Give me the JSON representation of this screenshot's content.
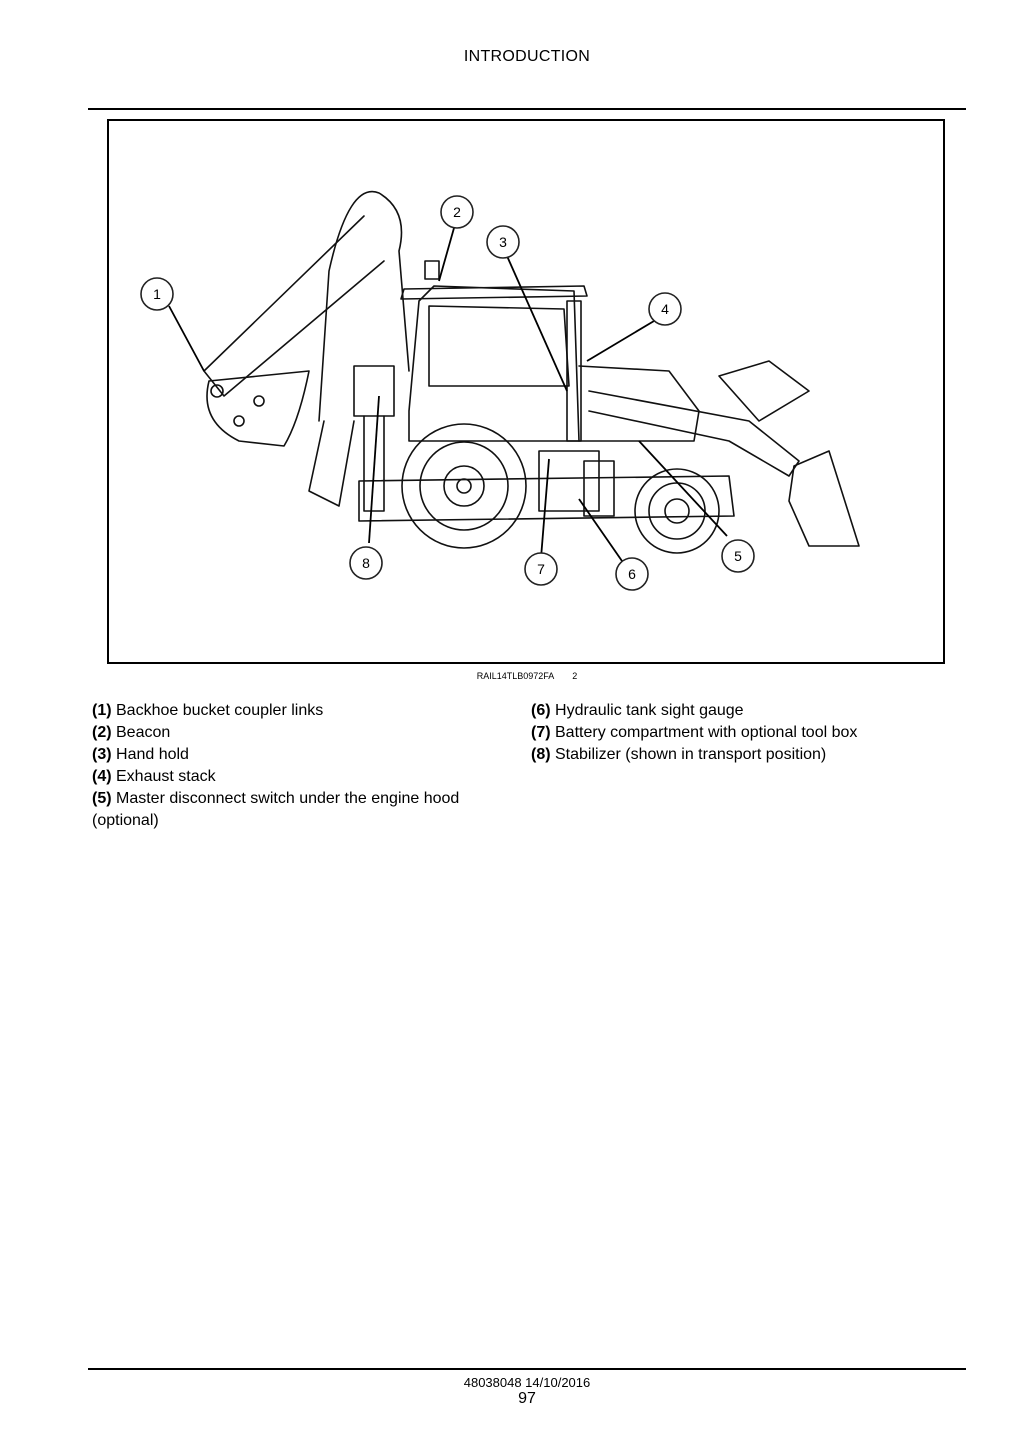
{
  "header": {
    "title": "INTRODUCTION"
  },
  "figure": {
    "reference": "RAIL14TLB0972FA",
    "figure_number": "2",
    "callouts": [
      "1",
      "2",
      "3",
      "4",
      "5",
      "6",
      "7",
      "8"
    ]
  },
  "legend": {
    "left": [
      {
        "num": "(1)",
        "text": " Backhoe bucket coupler links"
      },
      {
        "num": "(2)",
        "text": " Beacon"
      },
      {
        "num": "(3)",
        "text": " Hand hold"
      },
      {
        "num": "(4)",
        "text": " Exhaust stack"
      },
      {
        "num": "(5)",
        "text": " Master disconnect switch under the engine hood (optional)"
      }
    ],
    "right": [
      {
        "num": "(6)",
        "text": " Hydraulic tank sight gauge"
      },
      {
        "num": "(7)",
        "text": " Battery compartment with optional tool box"
      },
      {
        "num": "(8)",
        "text": " Stabilizer (shown in transport position)"
      }
    ]
  },
  "footer": {
    "doc_ref": "48038048 14/10/2016",
    "page_number": "97"
  }
}
